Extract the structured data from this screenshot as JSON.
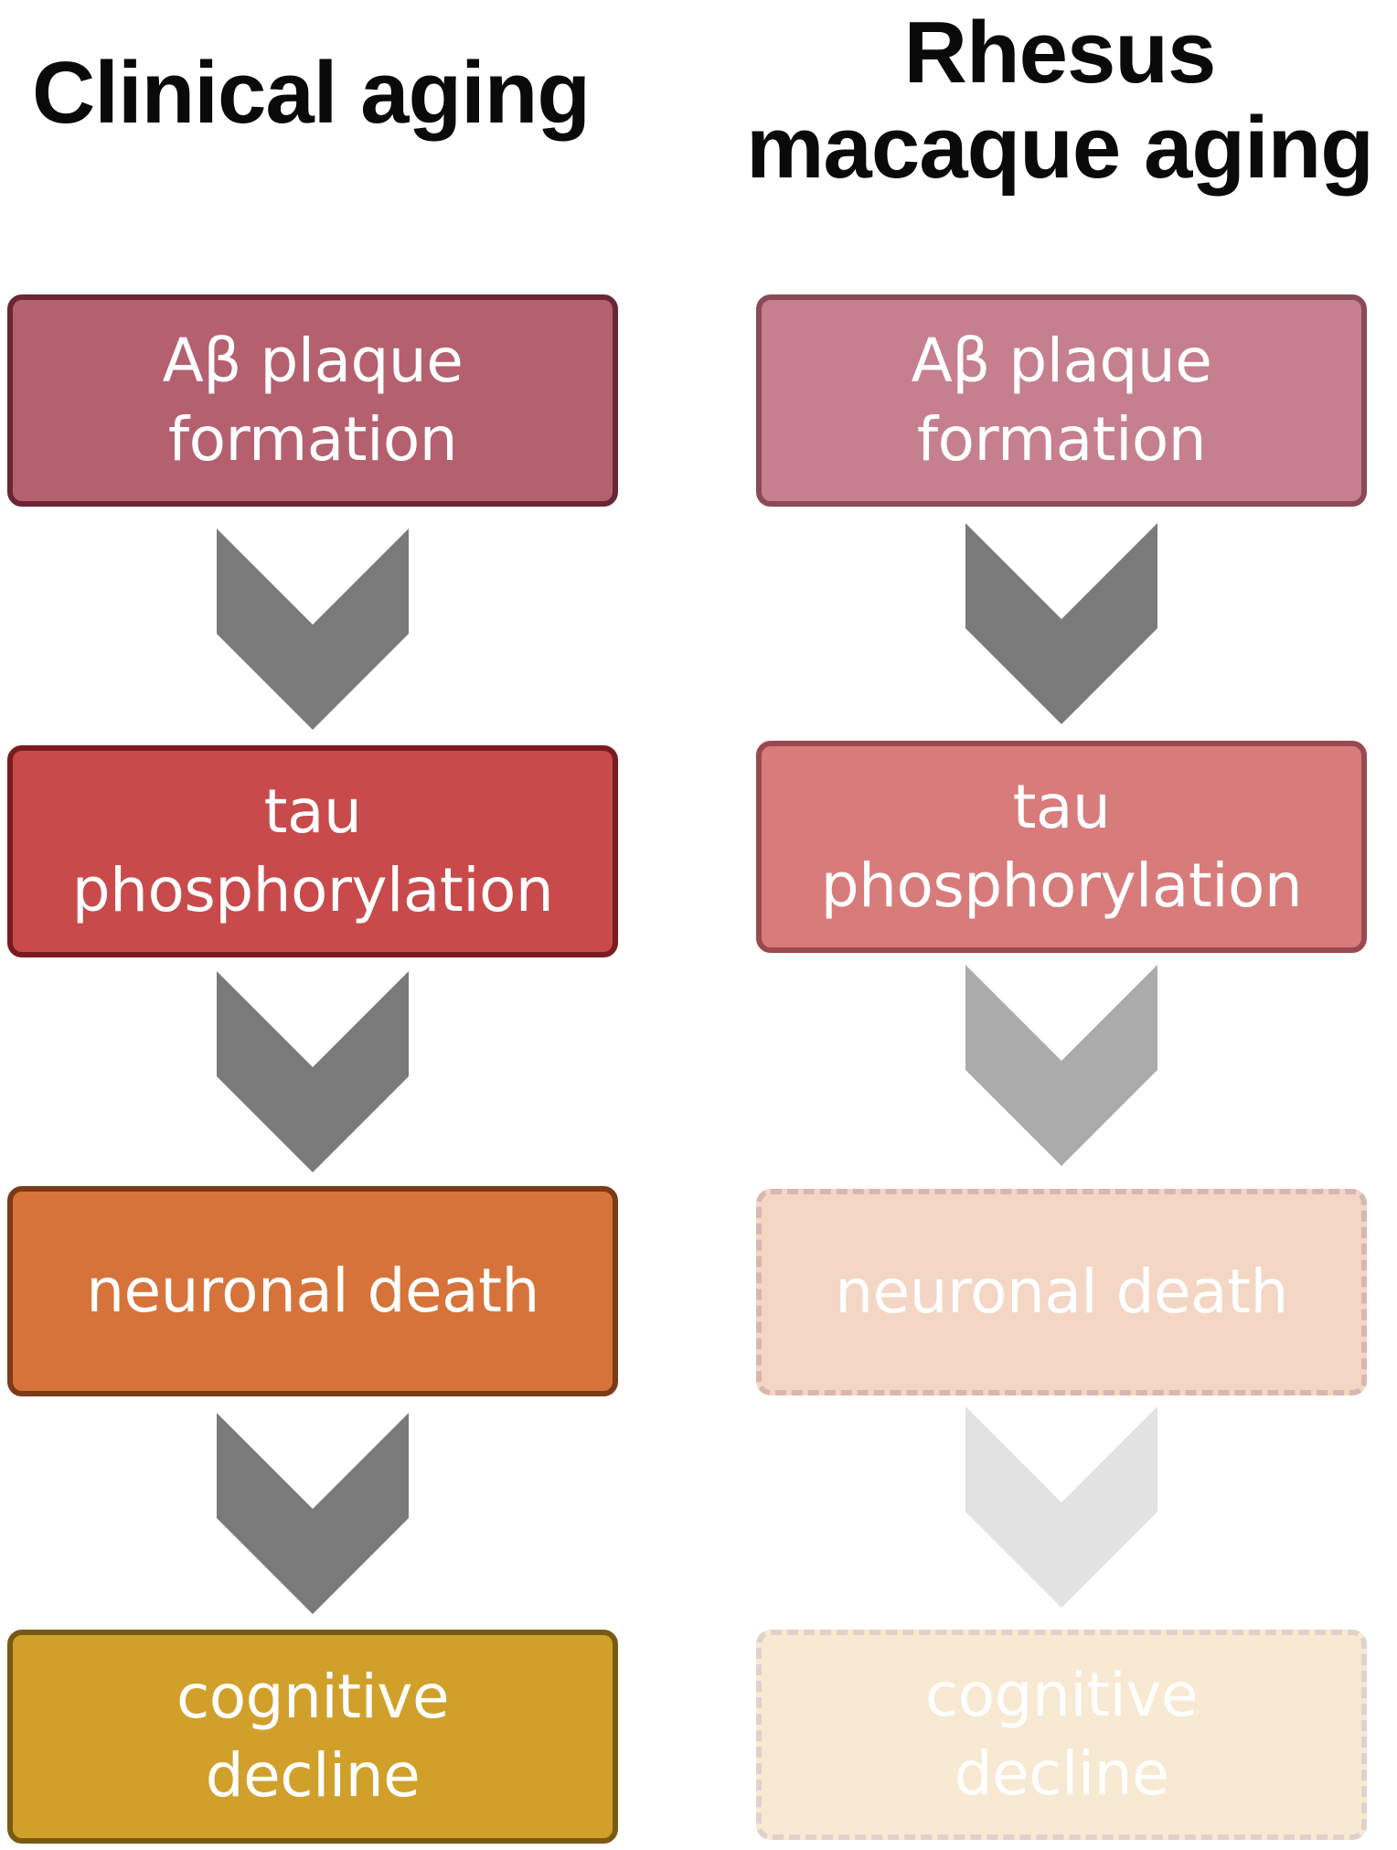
{
  "titles": {
    "left": "Clinical aging",
    "right": "Rhesus\nmacaque aging"
  },
  "left_column": [
    {
      "label": "Aβ plaque\nformation",
      "fill": "#b4606f",
      "border": "#6a2634"
    },
    {
      "label": "tau\nphosphorylation",
      "fill": "#c84a4b",
      "border": "#7a1c1f"
    },
    {
      "label": "neuronal death",
      "fill": "#d5733a",
      "border": "#7d3a16"
    },
    {
      "label": "cognitive\ndecline",
      "fill": "#d0a02b",
      "border": "#7a5a12"
    }
  ],
  "right_column": [
    {
      "label": "Aβ plaque\nformation",
      "fill": "#c57f8e",
      "border": "#8a4a58"
    },
    {
      "label": "tau\nphosphorylation",
      "fill": "#d77b7b",
      "border": "#9a4a4e"
    },
    {
      "label": "neuronal death",
      "fill": "#f4d6c4",
      "border": "#d8b6b2"
    },
    {
      "label": "cognitive\ndecline",
      "fill": "#f7e9d2",
      "border": "#e0d2ca"
    }
  ],
  "arrow_colors": {
    "left": [
      "#7a7a7a",
      "#7a7a7a",
      "#7a7a7a"
    ],
    "right": [
      "#7a7a7a",
      "#ababab",
      "#e2e2e2"
    ]
  },
  "arrow_icon": "chevron-down-icon"
}
